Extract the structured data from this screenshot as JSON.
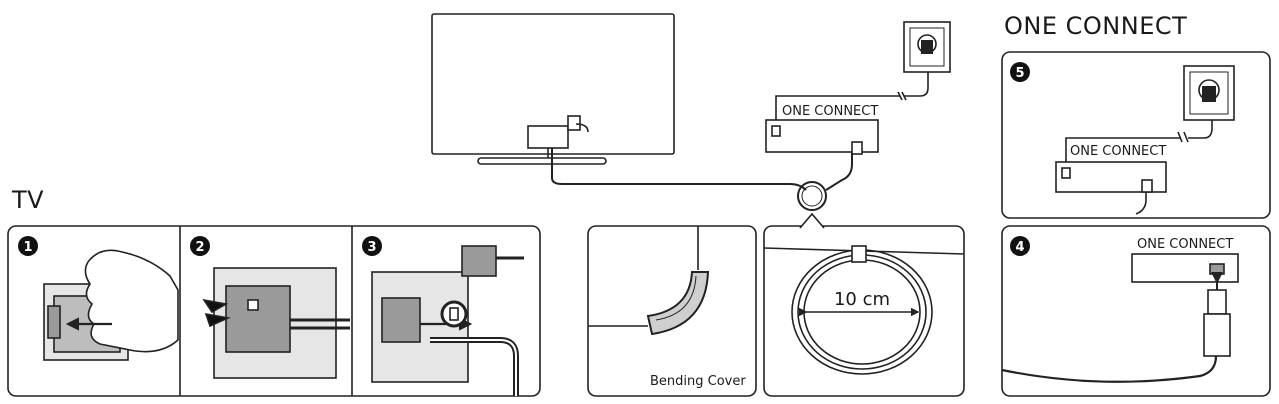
{
  "headings": {
    "tv": "TV",
    "one_connect": "ONE CONNECT"
  },
  "steps": [
    "1",
    "2",
    "3",
    "4",
    "5"
  ],
  "labels": {
    "one_connect_box_top": "ONE CONNECT",
    "one_connect_box_step5": "ONE CONNECT",
    "one_connect_box_step4": "ONE CONNECT",
    "bending_cover": "Bending Cover",
    "cable_loop_diameter": "10 cm"
  }
}
